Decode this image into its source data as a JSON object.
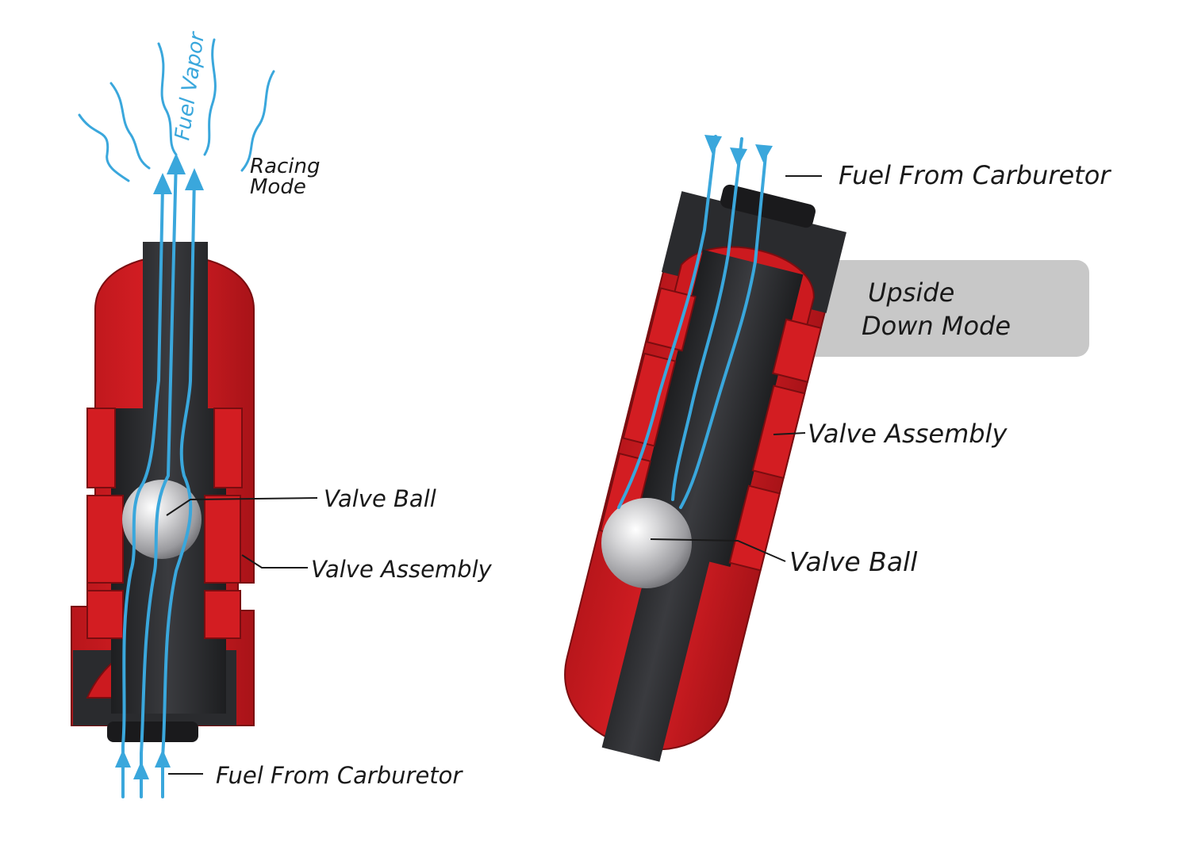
{
  "colors": {
    "body_red": "#cc1a1f",
    "body_dark_red": "#8e1014",
    "channel_dark": "#2a2b2e",
    "flow_blue": "#3aa7dc",
    "mode_box_gray": "#c8c8c8"
  },
  "left_diagram": {
    "vapor_label": "Fuel Vapor",
    "mode_label_line1": "Racing",
    "mode_label_line2": "Mode",
    "valve_ball_label": "Valve Ball",
    "valve_assembly_label": "Valve Assembly",
    "fuel_label": "Fuel From Carburetor"
  },
  "right_diagram": {
    "fuel_label": "Fuel From Carburetor",
    "mode_label_line1": "Upside",
    "mode_label_line2": "Down Mode",
    "valve_assembly_label": "Valve Assembly",
    "valve_ball_label": "Valve Ball"
  }
}
